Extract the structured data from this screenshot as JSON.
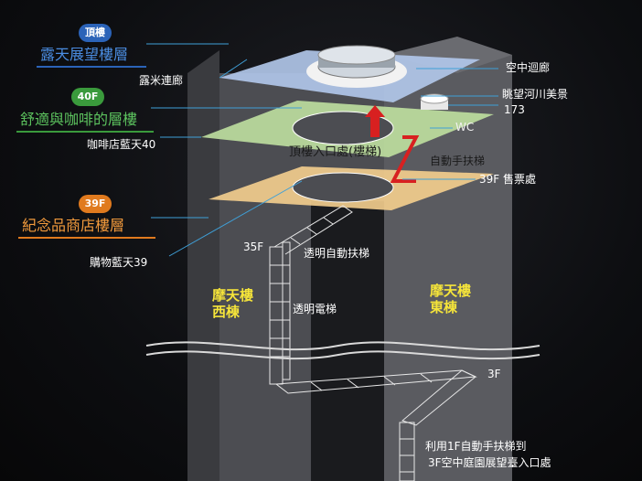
{
  "legend": {
    "top": {
      "badge": "頂樓",
      "title": "露天展望樓層",
      "badge_color": "#2b63b8",
      "title_color": "#4a8ce0"
    },
    "f40": {
      "badge": "40F",
      "title": "舒適與咖啡的層樓",
      "badge_color": "#3a9a3c",
      "title_color": "#5cc25e"
    },
    "f39": {
      "badge": "39F",
      "title": "紀念品商店樓層",
      "badge_color": "#e07a1e",
      "title_color": "#f29a3c"
    }
  },
  "left_labels": {
    "roof_corridor": "露米連廊",
    "cafe": "咖啡店藍天40",
    "shop": "購物藍天39"
  },
  "right_labels": {
    "sky_corridor": "空中迴廊",
    "river_view": "眺望河川美景",
    "n173": "173",
    "wc": "WC",
    "escalator": "自動手扶梯",
    "ticket": "39F  售票處"
  },
  "center_labels": {
    "roof_entrance": "頂樓入口處(樓梯)",
    "f35": "35F",
    "clear_escalator": "透明自動扶梯",
    "clear_elevator": "透明電梯",
    "f3": "3F"
  },
  "towers": {
    "west_line1": "摩天樓",
    "west_line2": "西棟",
    "east_line1": "摩天樓",
    "east_line2": "東棟"
  },
  "bottom_note": {
    "line1": "利用1F自動手扶梯到",
    "line2": "3F空中庭園展望臺入口處"
  },
  "colors": {
    "roof_plate": "#b3c9ec",
    "cafe_plate": "#bfe0a0",
    "shop_plate": "#f5cf8e",
    "tower_face": "#5c5d61",
    "arrow": "#d82020"
  }
}
